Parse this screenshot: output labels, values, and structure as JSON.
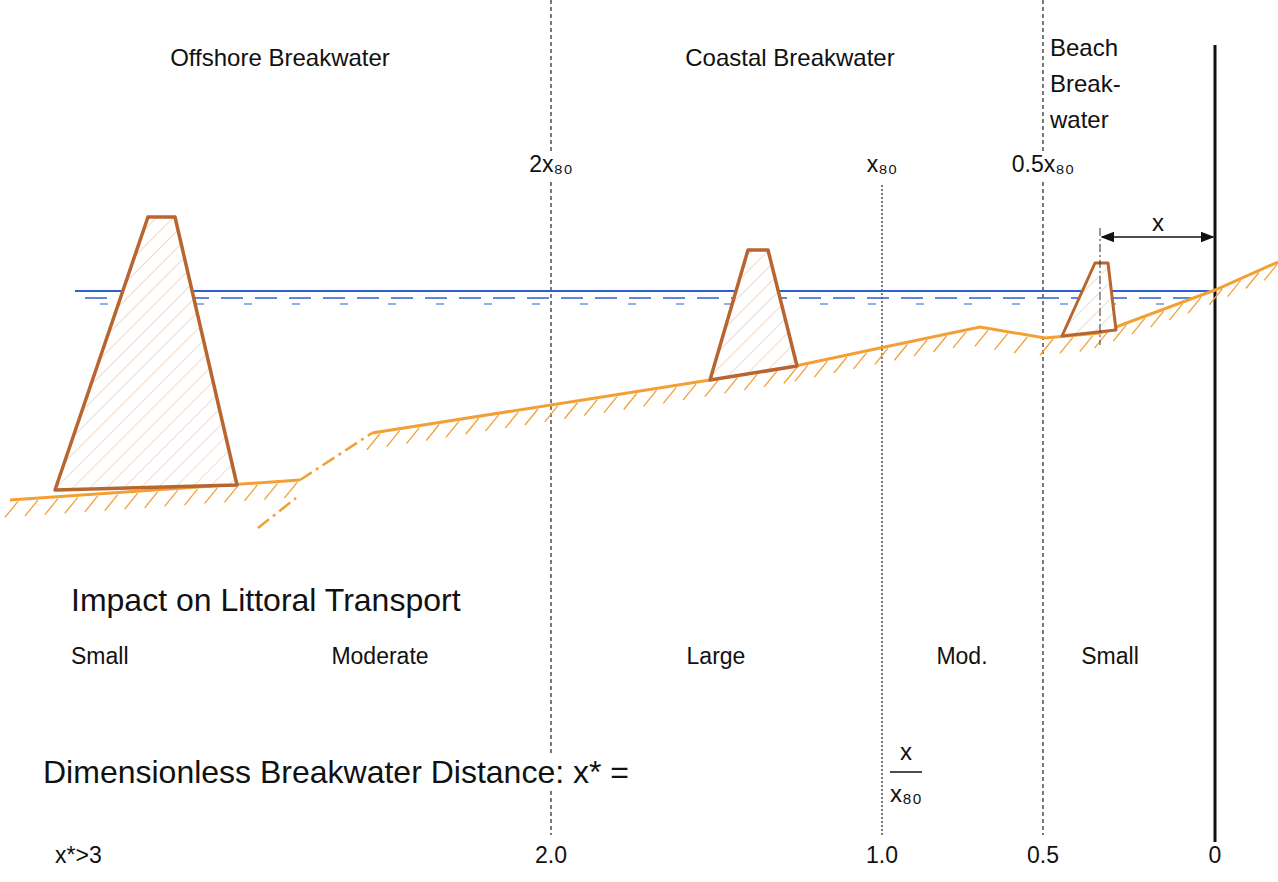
{
  "diagram": {
    "labels": [
      "Offshore Breakwater",
      "Coastal Breakwater",
      "Beach Break- water",
      "2x₈₀",
      "x₈₀",
      "0.5x₈₀",
      "x",
      "Impact on Littoral Transport",
      "Small",
      "Moderate",
      "Large",
      "Mod.",
      "Small",
      "Dimensionless Breakwater Distance: x* =",
      "x",
      "x₈₀",
      "x*>3",
      "2.0",
      "1.0",
      "0.5",
      "0"
    ]
  }
}
